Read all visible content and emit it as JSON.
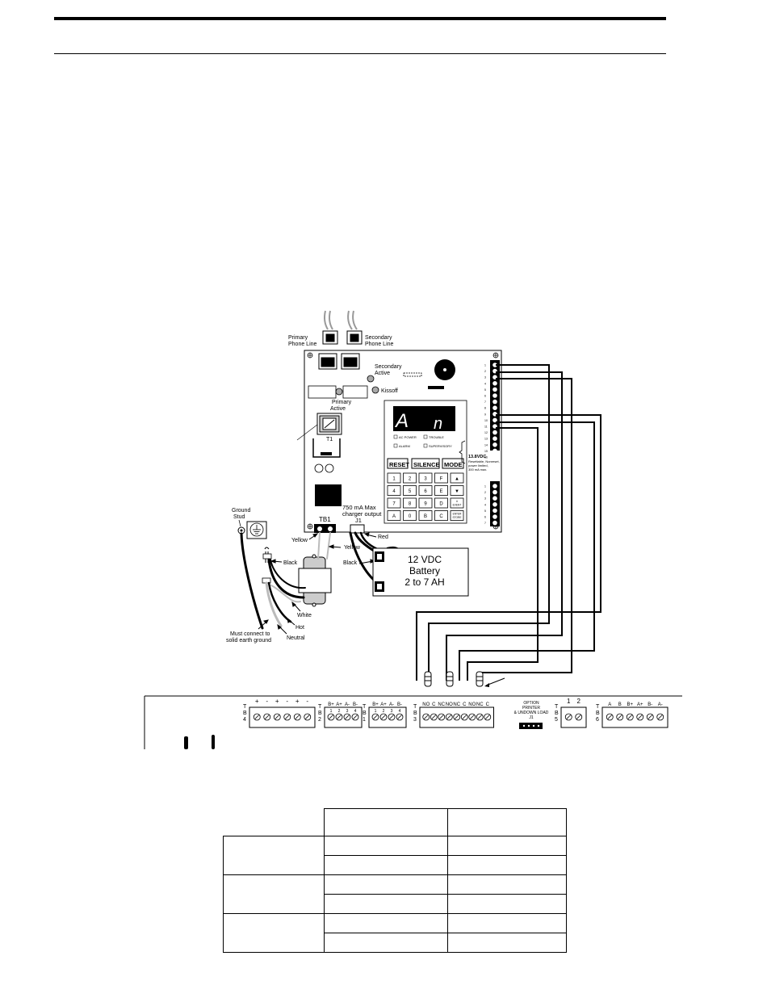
{
  "diagram": {
    "phone": {
      "primary": [
        "Primary",
        "Phone Line"
      ],
      "secondary": [
        "Secondary",
        "Phone Line"
      ]
    },
    "panel": {
      "secondary_active": [
        "Secondary",
        "Active"
      ],
      "kissoff": "Kissoff",
      "primary_active": [
        "Primary",
        "Active"
      ],
      "t1": "T1",
      "display_left": "A",
      "display_right": "n",
      "leds": [
        "AC POWER",
        "TROUBLE",
        "ALARM",
        "SUPERVISORY"
      ],
      "keys": {
        "reset": "RESET",
        "silence": "SILENCE",
        "mode": "MODE"
      },
      "keypad": [
        "1",
        "2",
        "3",
        "F",
        "▲",
        "4",
        "5",
        "6",
        "E",
        "▼",
        "7",
        "8",
        "9",
        "D",
        "#/EVENT",
        "A",
        "0",
        "B",
        "C",
        "ENTER/STORE"
      ],
      "voltage_note": [
        "13.8VDC",
        "Resettable, Nonreset,",
        "power limited,",
        "300 mA max."
      ],
      "tb1": "TB1",
      "charger": [
        "750 mA Max",
        "charger output"
      ],
      "j1": "J1",
      "upper_strip": [
        "1",
        "2",
        "3",
        "4",
        "5",
        "6",
        "7",
        "8",
        "9",
        "10",
        "11",
        "12",
        "13",
        "14",
        "15",
        "16"
      ],
      "lower_strip": [
        "1",
        "2",
        "3",
        "4",
        "5",
        "6",
        "7"
      ]
    },
    "wires": {
      "ground_stud": [
        "Ground",
        "Stud"
      ],
      "yellow": "Yellow",
      "black": "Black",
      "red": "Red",
      "white": "White",
      "hot": "Hot",
      "neutral": "Neutral",
      "earth": [
        "Must connect to",
        "solid earth ground"
      ]
    },
    "battery": [
      "12 VDC",
      "Battery",
      "2 to 7 AH"
    ],
    "board": {
      "tb4": {
        "id": [
          "T",
          "B",
          "4"
        ],
        "labels": [
          "+",
          "-",
          "+",
          "-",
          "+",
          "-"
        ]
      },
      "tb2": {
        "id": [
          "T",
          "B",
          "2"
        ],
        "labels": [
          "B+",
          "A+",
          "A-",
          "B-"
        ],
        "nums": [
          "1",
          "2",
          "3",
          "4"
        ]
      },
      "tb1": {
        "id": [
          "T",
          "B",
          "1"
        ],
        "labels": [
          "B+",
          "A+",
          "A-",
          "B-"
        ],
        "nums": [
          "1",
          "2",
          "3",
          "4"
        ]
      },
      "tb3": {
        "id": [
          "T",
          "B",
          "3"
        ],
        "labels": [
          "NO",
          "C",
          "NC",
          "NO",
          "NC",
          "C",
          "NO",
          "NC",
          "C"
        ]
      },
      "option": [
        "OPTION",
        "PRINTER",
        "& UNDOWN LOAD",
        "J1"
      ],
      "tb5": {
        "id": [
          "T",
          "B",
          "5"
        ],
        "labels": [
          "1",
          "2"
        ]
      },
      "tb6": {
        "id": [
          "T",
          "B",
          "6"
        ],
        "labels": [
          "A",
          "B",
          "B+",
          "A+",
          "B-",
          "A-"
        ]
      }
    }
  },
  "table": {
    "header": [
      "",
      "",
      ""
    ],
    "groups": [
      {
        "label": "",
        "rows": [
          [
            "",
            ""
          ],
          [
            "",
            ""
          ]
        ]
      },
      {
        "label": "",
        "rows": [
          [
            "",
            ""
          ],
          [
            "",
            ""
          ]
        ]
      },
      {
        "label": "",
        "rows": [
          [
            "",
            ""
          ],
          [
            "",
            ""
          ]
        ]
      }
    ]
  }
}
